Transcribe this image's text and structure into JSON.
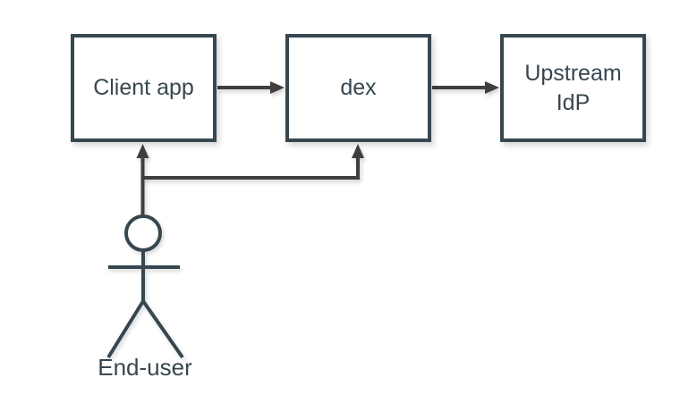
{
  "diagram": {
    "type": "flow-diagram",
    "nodes": [
      {
        "id": "client-app",
        "label": "Client app",
        "shape": "rectangle"
      },
      {
        "id": "dex",
        "label": "dex",
        "shape": "rectangle"
      },
      {
        "id": "upstream-idp",
        "label": "Upstream\nIdP",
        "shape": "rectangle"
      },
      {
        "id": "end-user",
        "label": "End-user",
        "shape": "actor"
      }
    ],
    "edges": [
      {
        "from": "client-app",
        "to": "dex",
        "style": "arrow"
      },
      {
        "from": "dex",
        "to": "upstream-idp",
        "style": "arrow"
      },
      {
        "from": "end-user",
        "to": "client-app",
        "style": "arrow"
      },
      {
        "from": "end-user",
        "to": "dex",
        "style": "arrow"
      }
    ],
    "colors": {
      "background": "#ffffff",
      "node_fill": "#ffffff",
      "node_border": "#37474F",
      "label_text": "#37474F",
      "arrow": "#3F3F3F"
    }
  }
}
